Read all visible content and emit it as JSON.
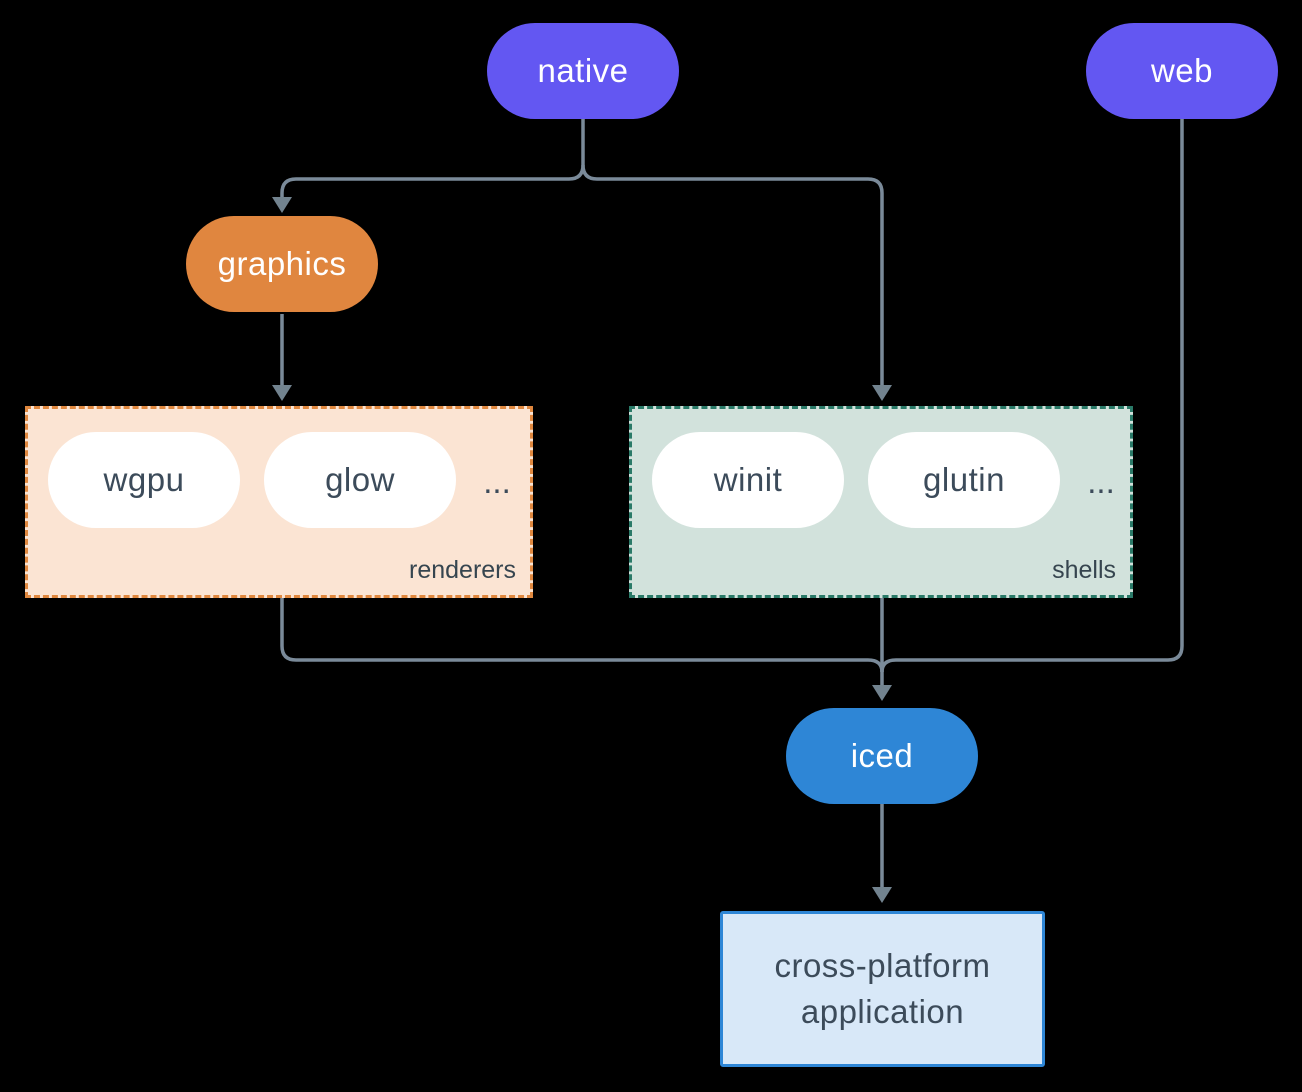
{
  "diagram": {
    "background": "#000000",
    "edge_color": "#7a8a99",
    "text_color_dark": "#3c4b5a",
    "text_color_light": "#ffffff",
    "nodes": {
      "native": {
        "label": "native",
        "color": "#6357f2"
      },
      "web": {
        "label": "web",
        "color": "#6357f2"
      },
      "graphics": {
        "label": "graphics",
        "color": "#e0863f"
      },
      "iced": {
        "label": "iced",
        "color": "#2e86d6"
      },
      "application": {
        "line1": "cross-platform",
        "line2": "application",
        "background": "#d8e8f8",
        "border": "#2e86d6"
      }
    },
    "groups": {
      "renderers": {
        "label": "renderers",
        "items": [
          "wgpu",
          "glow"
        ],
        "ellipsis": "...",
        "background": "#fbe4d3",
        "border": "#e0883f"
      },
      "shells": {
        "label": "shells",
        "items": [
          "winit",
          "glutin"
        ],
        "ellipsis": "...",
        "background": "#d2e2dc",
        "border": "#2a7a68"
      }
    }
  }
}
